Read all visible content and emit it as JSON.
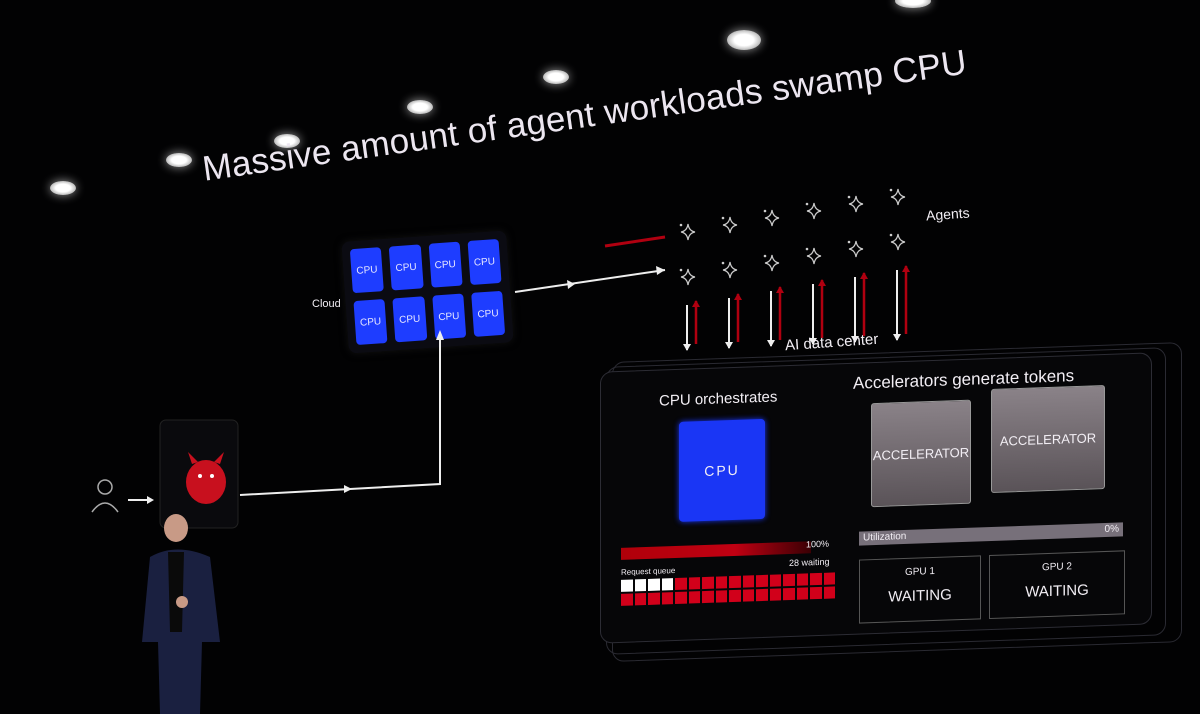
{
  "slide": {
    "title": "Massive amount of agent workloads swamp CPU",
    "cloud": {
      "label": "Cloud",
      "tiles": [
        "CPU",
        "CPU",
        "CPU",
        "CPU",
        "CPU",
        "CPU",
        "CPU",
        "CPU"
      ]
    },
    "agents": {
      "label": "Agents",
      "count": 12
    },
    "datacenter_label": "AI data center",
    "panel": {
      "cpu_heading": "CPU orchestrates",
      "cpu_chip": "CPU",
      "cpu_load": "100%",
      "cpu_load_value": 100,
      "queue_label": "Request queue",
      "queue_status": "28 waiting",
      "queue_total": 32,
      "queue_processed": 4,
      "acc_heading": "Accelerators generate tokens",
      "accelerators": [
        "ACCELERATOR",
        "ACCELERATOR"
      ],
      "util_label": "Utilization",
      "util_value": "0%",
      "gpus": [
        {
          "name": "GPU 1",
          "status": "WAITING"
        },
        {
          "name": "GPU 2",
          "status": "WAITING"
        }
      ]
    }
  },
  "colors": {
    "cpu_blue": "#1e3dff",
    "alert_red": "#d1001a",
    "background": "#020203"
  }
}
